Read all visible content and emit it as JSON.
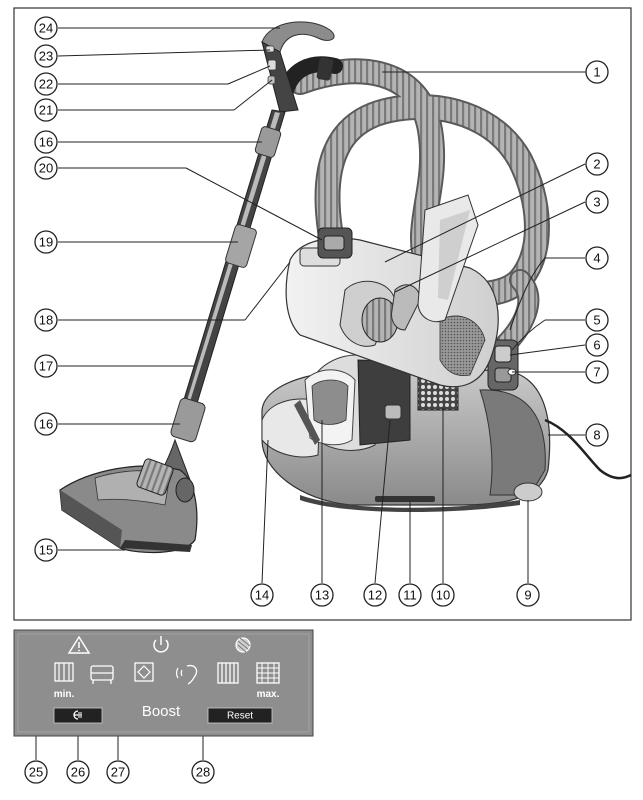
{
  "callouts": {
    "c1": "1",
    "c2": "2",
    "c3": "3",
    "c4": "4",
    "c5": "5",
    "c6": "6",
    "c7": "7",
    "c8": "8",
    "c9": "9",
    "c10": "10",
    "c11": "11",
    "c12": "12",
    "c13": "13",
    "c14": "14",
    "c15": "15",
    "c16a": "16",
    "c16b": "16",
    "c17": "17",
    "c18": "18",
    "c19": "19",
    "c20": "20",
    "c21": "21",
    "c22": "22",
    "c23": "23",
    "c24": "24",
    "c25": "25",
    "c26": "26",
    "c27": "27",
    "c28": "28"
  },
  "panel": {
    "min_label": "min.",
    "max_label": "max.",
    "boost_label": "Boost",
    "reset_label": "Reset",
    "icons": [
      "warning-icon",
      "power-icon",
      "dust-bag-icon",
      "curtain-min-icon",
      "upholstery-icon",
      "floor-icon",
      "silent-icon",
      "carpet-icon",
      "carpet-max-icon",
      "plug-icon"
    ]
  },
  "colors": {
    "panel_bg": "#8e8e8e",
    "panel_icon": "#ffffff",
    "button_bg": "#222222",
    "body_gray": "#a9a9a9",
    "hose_gray": "#9a9a9a"
  }
}
